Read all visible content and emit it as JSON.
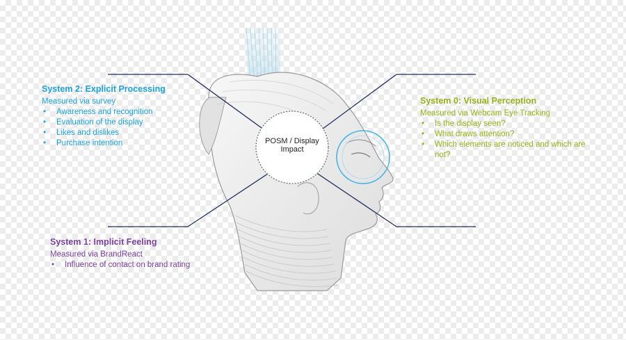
{
  "center": {
    "line1": "POSM / Display",
    "line2": "Impact"
  },
  "system2": {
    "title": "System 2: Explicit Processing",
    "subtitle": "Measured via survey",
    "bullets": [
      "Awareness and recognition",
      "Evaluation of the display",
      "Likes and dislikes",
      "Purchase intention"
    ],
    "color": "#1ba3dd"
  },
  "system1": {
    "title": "System 1: Implicit Feeling",
    "subtitle": "Measured via BrandReact",
    "bullets": [
      "Influence of contact on brand rating"
    ],
    "color": "#7b3fa0"
  },
  "system0": {
    "title": "System 0: Visual Perception",
    "subtitle": "Measured via Webcam Eye Tracking",
    "bullets": [
      "Is the display seen?",
      "What draws attention?",
      "Which elements are noticed and which are not?"
    ],
    "color": "#95b21a"
  },
  "colors": {
    "connector": "#1f2c5c",
    "head_outline": "#9a9a9a",
    "eye_ring": "#41b4e6"
  },
  "icons": {
    "head": "head-profile-illustration",
    "light_beam": "light-beam",
    "eye_ring": "eye-focus-ring"
  }
}
